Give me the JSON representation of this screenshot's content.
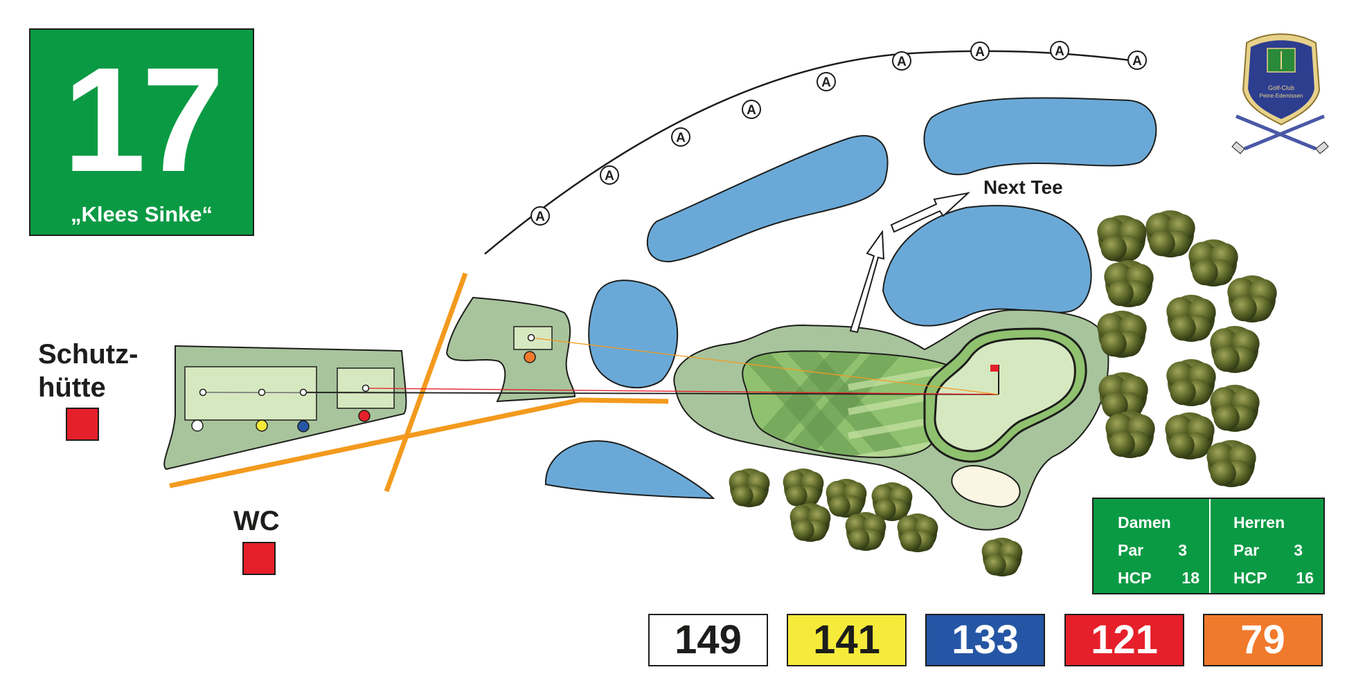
{
  "hole": {
    "number": "17",
    "name": "„Klees Sinke“"
  },
  "labels": {
    "shelter": [
      "Schutz-",
      "hütte"
    ],
    "wc": "WC",
    "next_tee": "Next Tee",
    "out_of_bounds_marker": "A"
  },
  "logo": {
    "text": [
      "Golf-Club",
      "Peine-Edemissen"
    ],
    "icon": "golf-club-crest-icon"
  },
  "scorecard": {
    "ladies": {
      "title": "Damen",
      "par_label": "Par",
      "par": "3",
      "hcp_label": "HCP",
      "hcp": "18"
    },
    "men": {
      "title": "Herren",
      "par_label": "Par",
      "par": "3",
      "hcp_label": "HCP",
      "hcp": "16"
    }
  },
  "tees": [
    {
      "color": "white",
      "distance": "149",
      "bg": "#ffffff",
      "fg": "#1d1d1b"
    },
    {
      "color": "yellow",
      "distance": "141",
      "bg": "#f6eb3a",
      "fg": "#1d1d1b"
    },
    {
      "color": "blue",
      "distance": "133",
      "bg": "#2556a5",
      "fg": "#ffffff"
    },
    {
      "color": "red",
      "distance": "121",
      "bg": "#e5202a",
      "fg": "#ffffff"
    },
    {
      "color": "orange",
      "distance": "79",
      "bg": "#f07a2b",
      "fg": "#ffffff"
    }
  ],
  "colors": {
    "brand_green": "#0b9a44",
    "water": "#6aa9d7",
    "rough": "#a8c49c",
    "fairway": "#8fc16f",
    "green": "#d6e8c0",
    "bunker": "#fbf6e3",
    "path": "#f39a1e"
  }
}
